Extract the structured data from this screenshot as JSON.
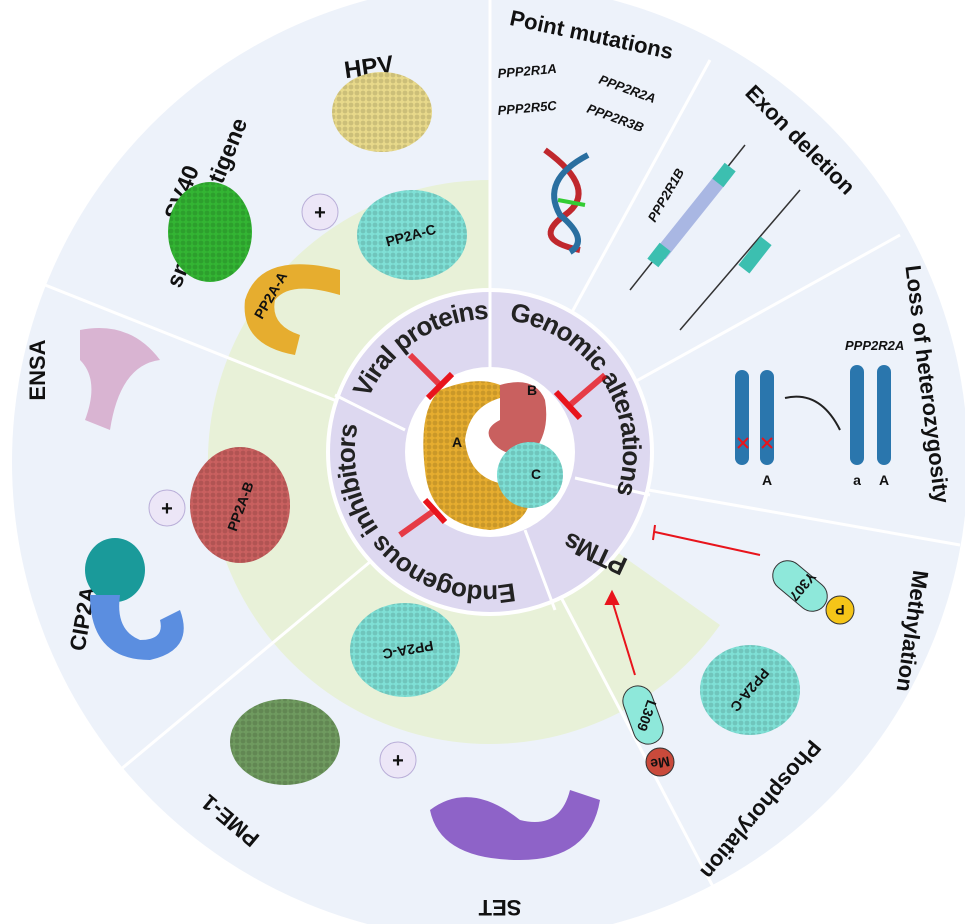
{
  "title": "PP2A inactivation mechanisms",
  "center": {
    "subunits": [
      "A",
      "B",
      "C"
    ]
  },
  "ring_labels": {
    "viral": "Viral proteins",
    "genomic": "Genomic alterations",
    "ptms": "PTMs",
    "endogenous": "Endogenous inhibitors"
  },
  "outer": {
    "hpv": "HPV",
    "sv40_line1": "SV40",
    "sv40_line2": "small T-antigene",
    "point_mutations": "Point mutations",
    "exon_deletion": "Exon deletion",
    "loh": "Loss of heterozygosity",
    "methylation": "Methylation",
    "phosphorylation": "Phosphorylation",
    "set": "SET",
    "pme1": "PME-1",
    "cip2a": "CIP2A",
    "ensa": "ENSA"
  },
  "genes": {
    "r1a": "PPP2R1A",
    "r2a": "PPP2R2A",
    "r5c": "PPP2R5C",
    "r3b": "PPP2R3B",
    "r1b": "PPP2R1B",
    "loh_gene": "PPP2R2A"
  },
  "alleles": {
    "lost": "A",
    "a": "a",
    "A": "A"
  },
  "proteins": {
    "pp2a_a": "PP2A-A",
    "pp2a_b": "PP2A-B",
    "pp2a_c_top": "PP2A-C",
    "pp2a_c_bottom": "PP2A-C",
    "pp2a_c_ptm": "PP2A-C"
  },
  "ptm_sites": {
    "y307": "Y307",
    "p": "P",
    "l309": "L309",
    "me": "Me"
  },
  "plus": "+",
  "colors": {
    "outer_bg": "#edf2fa",
    "green_bg": "#e8f1d8",
    "ring": "#ddd8f0",
    "inhibit": "#e8141c",
    "pp2a_a": "#e6ad2f",
    "pp2a_b": "#c9605f",
    "pp2a_c": "#7fe0d6"
  }
}
